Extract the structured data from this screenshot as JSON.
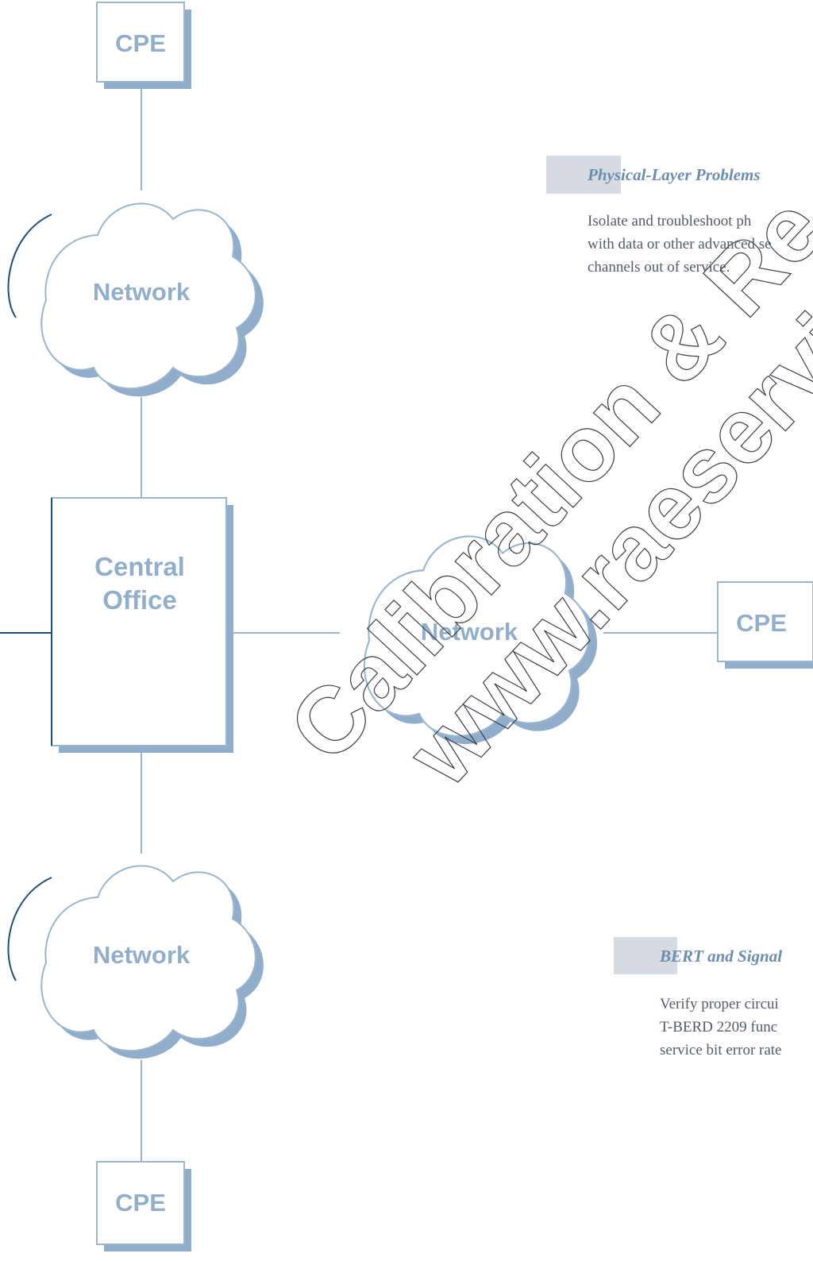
{
  "diagram": {
    "nodes": {
      "cpe_top": "CPE",
      "network_top": "Network",
      "central_office_line1": "Central",
      "central_office_line2": "Office",
      "network_center": "Network",
      "cpe_right": "CPE",
      "network_bottom": "Network",
      "cpe_bottom": "CPE"
    }
  },
  "sections": {
    "physical": {
      "heading": "Physical-Layer Problems",
      "lines": [
        "Isolate and troubleshoot ph",
        "with data or other advanced se",
        "channels out of service."
      ]
    },
    "bert": {
      "heading": "BERT and Signal",
      "lines": [
        "Verify proper circui",
        "T-BERD 2209 func",
        "service bit error rate"
      ]
    }
  },
  "watermark": {
    "line1": "Calibration & Re",
    "line2": "www.raeservice"
  },
  "colors": {
    "box_border": "#9ab6cf",
    "box_shadow": "#90aecb",
    "dark_edge": "#1d4f7c",
    "label": "#91afcb",
    "heading": "#6b8db0",
    "heading_bar": "#d6dbe1",
    "body_text": "#555c66"
  }
}
